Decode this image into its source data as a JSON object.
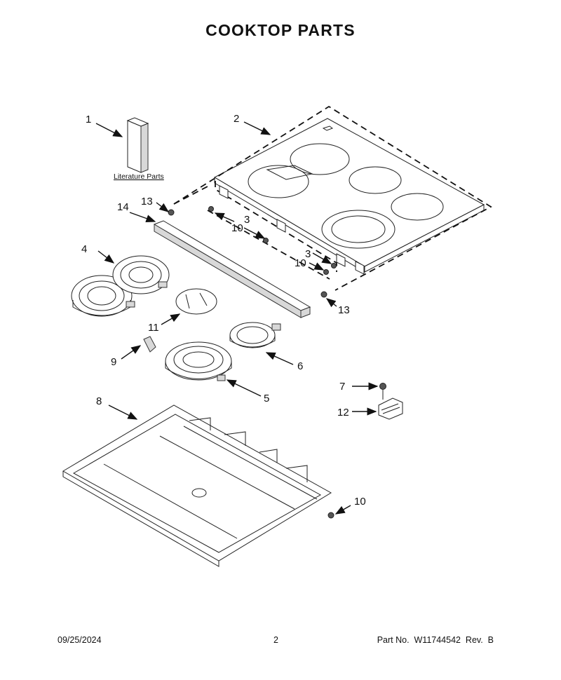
{
  "title": "COOKTOP PARTS",
  "literature_label": "Literature Parts",
  "callouts": {
    "c1": "1",
    "c2": "2",
    "c3a": "3",
    "c3b": "3",
    "c4": "4",
    "c5": "5",
    "c6": "6",
    "c7": "7",
    "c8": "8",
    "c9": "9",
    "c10a": "10",
    "c10b": "10",
    "c10c": "10",
    "c11": "11",
    "c12": "12",
    "c13a": "13",
    "c13b": "13",
    "c14": "14"
  },
  "footer": {
    "date": "09/25/2024",
    "page": "2",
    "part": "Part No.  W11744542  Rev.  B"
  }
}
